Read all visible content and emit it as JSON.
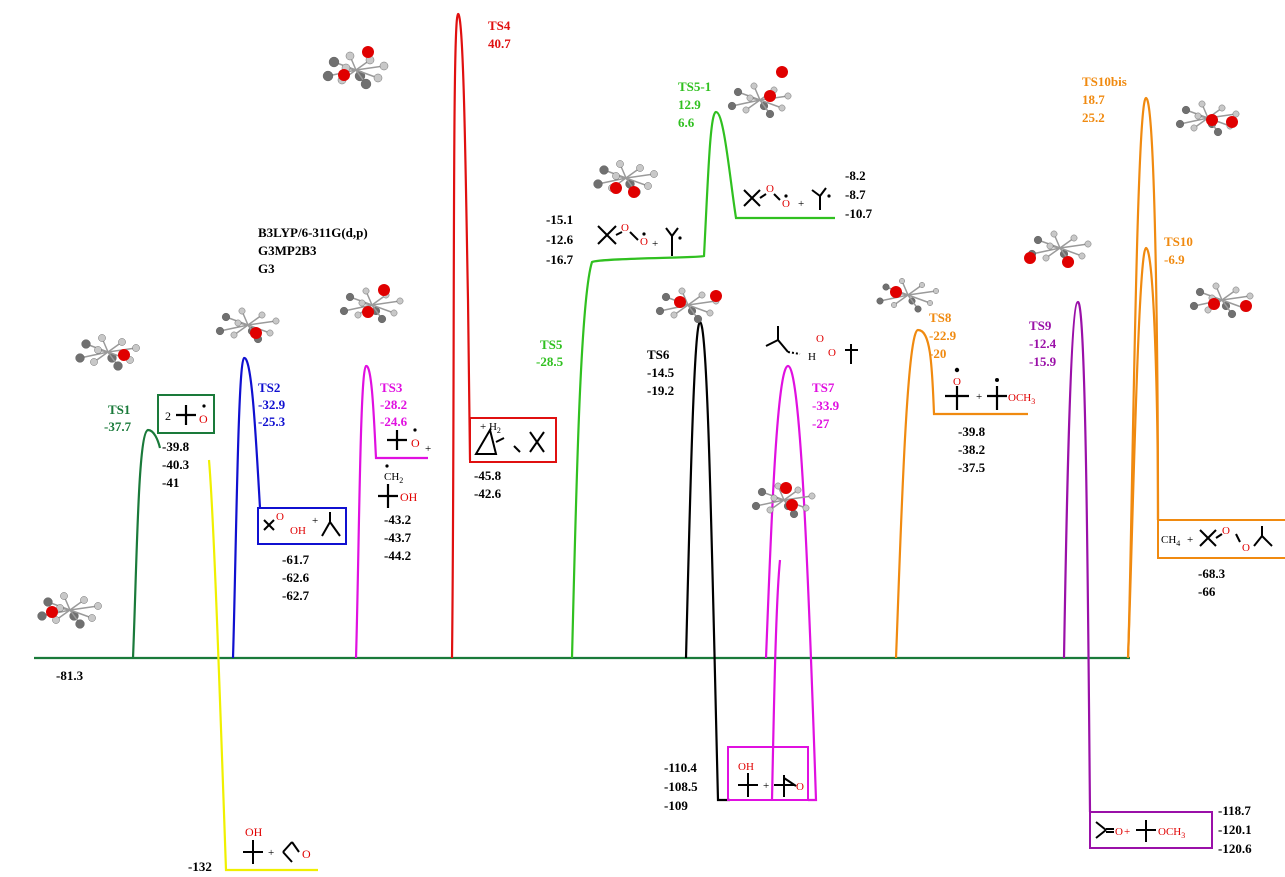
{
  "colors": {
    "ts1": "#1a7a3a",
    "ts2": "#1010d0",
    "ts3": "#e010e0",
    "ts4": "#e01010",
    "ts5": "#30c020",
    "ts6": "#000000",
    "ts7": "#e010e0",
    "ts8": "#f08a10",
    "ts9": "#9a10a8",
    "ts10": "#f08a10",
    "ts1_down": "#f0f000",
    "baseline": "#1a7a3a",
    "oxygen": "#e00000",
    "atom_c": "#707070",
    "atom_h": "#c8c8c8"
  },
  "method_legend": [
    "B3LYP/6-311G(d,p)",
    "G3MP2B3",
    "G3"
  ],
  "reactant": {
    "energy": "-81.3"
  },
  "ts1": {
    "name": "TS1",
    "energy": "-37.7",
    "product": {
      "coef": "2",
      "o": "O",
      "energies": [
        "-39.8",
        "-40.3",
        "-41"
      ]
    },
    "down_product": {
      "oh": "OH",
      "plus": "+",
      "o": "O",
      "energy": "-132"
    }
  },
  "ts2": {
    "name": "TS2",
    "energies": [
      "-32.9",
      "-25.3"
    ],
    "product": {
      "o": "O",
      "oh": "OH",
      "plus": "+",
      "energies": [
        "-61.7",
        "-62.6",
        "-62.7"
      ]
    }
  },
  "ts3": {
    "name": "TS3",
    "energies": [
      "-28.2",
      "-24.6"
    ],
    "product": {
      "o": "O",
      "plus": "+",
      "ch2": "CH",
      "ch2_sub": "2",
      "oh": "OH",
      "energies": [
        "-43.2",
        "-43.7",
        "-44.2"
      ]
    }
  },
  "ts4": {
    "name": "TS4",
    "energy": "40.7",
    "product": {
      "plus": "+ H",
      "h_sub": "2",
      "energies": [
        "-45.8",
        "-42.6"
      ]
    }
  },
  "ts5": {
    "name": "TS5",
    "energy": "-28.5",
    "intermediate": {
      "o1": "O",
      "o2": "O",
      "plus": "+",
      "energies": [
        "-15.1",
        "-12.6",
        "-16.7"
      ]
    }
  },
  "ts5_1": {
    "name": "TS5-1",
    "energies": [
      "12.9",
      "6.6"
    ],
    "product": {
      "o1": "O",
      "o2": "O",
      "plus": "+",
      "energies": [
        "-8.2",
        "-8.7",
        "-10.7"
      ]
    }
  },
  "ts6": {
    "name": "TS6",
    "energies": [
      "-14.5",
      "-19.2"
    ],
    "product_energies": [
      "-110.4",
      "-108.5",
      "-109"
    ]
  },
  "ts7": {
    "name": "TS7",
    "energies": [
      "-33.9",
      "-27"
    ],
    "complex": {
      "h": "H",
      "o1": "O",
      "o2": "O"
    },
    "product": {
      "oh": "OH",
      "plus": "+",
      "o": "O"
    }
  },
  "ts8": {
    "name": "TS8",
    "energies": [
      "-22.9",
      "-20"
    ],
    "product": {
      "o": "O",
      "plus": "+",
      "och3": "OCH",
      "och3_sub": "3",
      "energies": [
        "-39.8",
        "-38.2",
        "-37.5"
      ]
    }
  },
  "ts9": {
    "name": "TS9",
    "energies": [
      "-12.4",
      "-15.9"
    ],
    "product": {
      "o": "O",
      "plus": "+",
      "och3": "OCH",
      "och3_sub": "3",
      "energies": [
        "-118.7",
        "-120.1",
        "-120.6"
      ]
    }
  },
  "ts10": {
    "name": "TS10",
    "energy": "-6.9",
    "product": {
      "ch4": "CH",
      "ch4_sub": "4",
      "plus": "+",
      "o1": "O",
      "o2": "O",
      "energies": [
        "-68.3",
        "-66"
      ]
    }
  },
  "ts10bis": {
    "name": "TS10bis",
    "energies": [
      "18.7",
      "25.2"
    ]
  }
}
